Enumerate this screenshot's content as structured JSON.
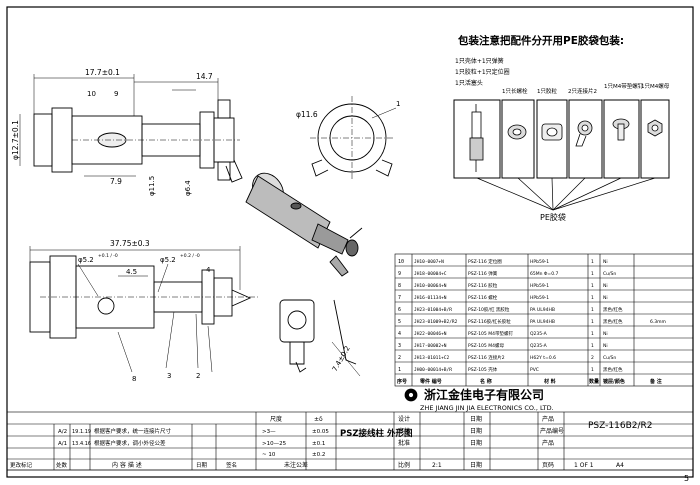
{
  "package_note": {
    "title": "包装注意把配件分开用PE胶袋包装:",
    "lines": [
      "1只壳体+1只弹簧",
      "1只胶粒+1只定位圈",
      "1只活塞头"
    ],
    "items": [
      "1只长螺栓",
      "1只胶粒",
      "2只连接片2",
      "1只M4带垫螺钉",
      "1只M4螺母"
    ],
    "bag_label": "PE胶袋"
  },
  "dimensions": {
    "top_len": "17.7±0.1",
    "top_len2": "14.7",
    "dia_body": "φ12.7±0.1",
    "dia_11_5": "φ11.5",
    "dia_6_4": "φ6.4",
    "len_7_9": "7.9",
    "dia_11_6": "φ11.6",
    "bottom_len": "37.75±0.3",
    "hole1": "φ5.2",
    "hole1_tol": "+0.1 / -0",
    "hole2": "φ5.2",
    "hole2_tol": "+0.2 / -0",
    "w_4_5": "4.5",
    "angle": "7.4±0.2"
  },
  "callouts": [
    "1",
    "2",
    "3",
    "4",
    "8",
    "9",
    "10"
  ],
  "bom": {
    "rows": [
      {
        "no": "10",
        "code": "JH10-0007+N",
        "name": "PSZ-116 定位圈",
        "mat": "HPb59-1",
        "qty": "1",
        "finish": "Ni",
        "note": ""
      },
      {
        "no": "9",
        "code": "JH18-00004+C",
        "name": "PSZ-116 弹簧",
        "mat": "65Mn  Φ=0.7",
        "qty": "1",
        "finish": "Cu/Sn",
        "note": ""
      },
      {
        "no": "8",
        "code": "JH10-00064+N",
        "name": "PSZ-116 胶粒",
        "mat": "HPb59-1",
        "qty": "1",
        "finish": "Ni",
        "note": ""
      },
      {
        "no": "7",
        "code": "JH16-01134+N",
        "name": "PSZ-116 螺栓",
        "mat": "HPb59-1",
        "qty": "1",
        "finish": "Ni",
        "note": ""
      },
      {
        "no": "6",
        "code": "JH23-01004+B/R",
        "name": "PSZ-10胶/红 黑胶粒",
        "mat": "PA UL94HB",
        "qty": "1",
        "finish": "黑色/红色",
        "note": ""
      },
      {
        "no": "5",
        "code": "JH23-01009+B2/R2",
        "name": "PSZ-116胶/红长胶粒",
        "mat": "PA UL94HB",
        "qty": "1",
        "finish": "黑色/红色",
        "note": "6.3mm"
      },
      {
        "no": "4",
        "code": "JH22-00046+N",
        "name": "PSZ-105 M4带垫螺钉",
        "mat": "Q235-A",
        "qty": "1",
        "finish": "Ni",
        "note": ""
      },
      {
        "no": "3",
        "code": "JH17-00002+N",
        "name": "PSZ-105 M4螺母",
        "mat": "Q235-A",
        "qty": "1",
        "finish": "Ni",
        "note": ""
      },
      {
        "no": "2",
        "code": "JH13-01011+C2",
        "name": "PSZ-116 连接片2",
        "mat": "H62Y t=0.6",
        "qty": "2",
        "finish": "Cu/Sn",
        "note": ""
      },
      {
        "no": "1",
        "code": "JH00-00014+B/R",
        "name": "PSZ-105 壳体",
        "mat": "PVC",
        "qty": "1",
        "finish": "黑色/红色",
        "note": ""
      }
    ],
    "header": {
      "no": "序号",
      "code": "零件 编号",
      "name": "名  称",
      "mat": "材   料",
      "qty": "数量",
      "finish": "镀层/颜色",
      "note": "备  注"
    }
  },
  "company": {
    "cn": "浙江金佳电子有限公司",
    "en": "ZHE  JIANG  JIN  JIA  ELECTRONICS  CO., LTD."
  },
  "title_block": {
    "product_title": "PSZ接线柱 外形图",
    "product_label": "产品",
    "part_no_label": "产品编号",
    "part_no": "PSZ-116B2/R2",
    "design": "设计",
    "check": "审核",
    "approve": "批准",
    "date": "日期",
    "scale_label": "比例",
    "scale": "2:1",
    "sheet_label": "页码",
    "sheet": "1 OF 1",
    "size": "A4",
    "page": "5"
  },
  "tolerance": {
    "header": "尺度",
    "pm": "±δ",
    "rows": [
      {
        "range": ">3—",
        "tol": "±0.05"
      },
      {
        "range": ">10—25",
        "tol": "±0.1"
      },
      {
        "range": "~ 10",
        "tol": "±0.2"
      }
    ],
    "footer": "未注公差"
  },
  "revisions": {
    "rows": [
      {
        "mark": "A/2",
        "date": "19.1.19",
        "desc": "根据客户要求，统一连接片尺寸"
      },
      {
        "mark": "A/1",
        "date": "13.4.16",
        "desc": "根据客户要求，调小外径公差"
      }
    ],
    "header": {
      "mark": "更改标记",
      "count": "处数",
      "desc": "内 容 描 述",
      "date": "日期",
      "sign": "签名"
    }
  }
}
